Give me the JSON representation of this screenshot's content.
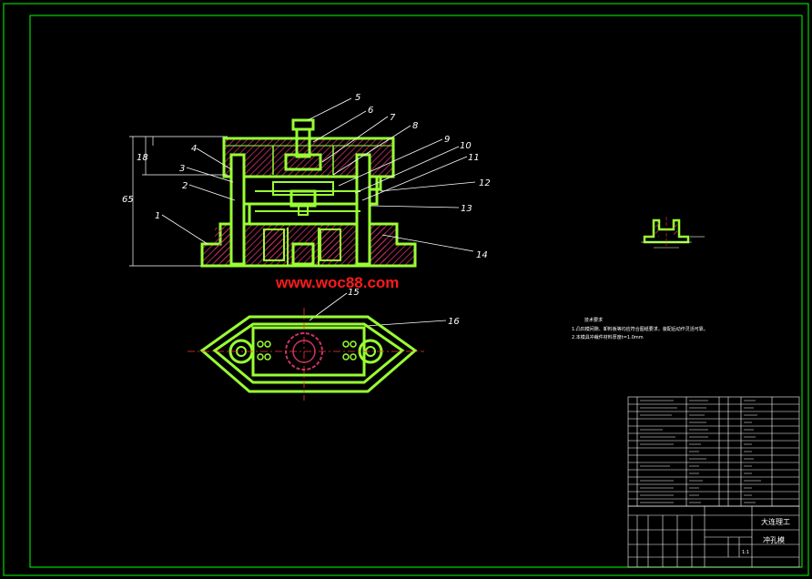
{
  "drawing": {
    "part_labels": [
      "1",
      "2",
      "3",
      "4",
      "5",
      "6",
      "7",
      "8",
      "9",
      "10",
      "11",
      "12",
      "13",
      "14",
      "15",
      "16"
    ],
    "dimension_labels": [
      "18",
      "65"
    ],
    "watermark": "www.woc88.com",
    "notes": {
      "heading": "技术要求",
      "lines": [
        "1.凸凹模间隙、卸料板等均应符合图纸要求，装配后动作灵活可靠。",
        "2.本模具冲裁件材料厚度t=1.0mm"
      ]
    },
    "title_block": {
      "title": "冲孔模",
      "company": "大连理工",
      "scale": "1:1"
    },
    "colors": {
      "frame": "#00ff00",
      "part": "#99ff33",
      "hatch": "#cc3366",
      "leader": "#ffffff",
      "watermark": "#ff1a1a",
      "center": "#ff3333"
    }
  }
}
